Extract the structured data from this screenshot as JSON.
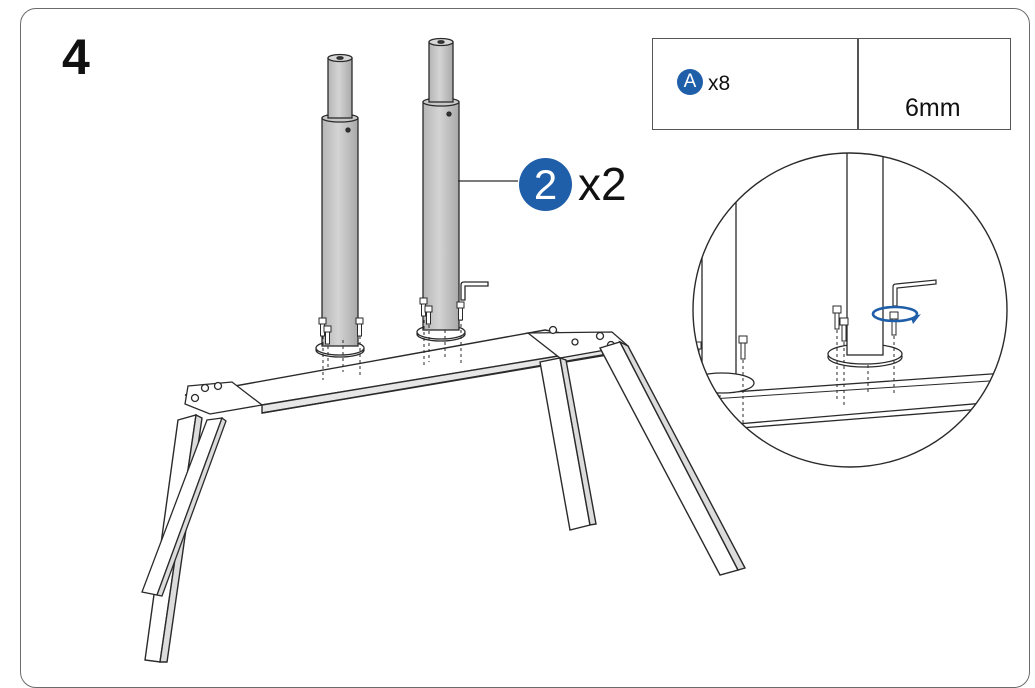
{
  "step": {
    "number": "4"
  },
  "parts_box": {
    "bolt": {
      "letter": "A",
      "quantity": "x8"
    },
    "hex_key": {
      "size": "6mm"
    }
  },
  "callout": {
    "part_number": "2",
    "quantity": "x2"
  },
  "colors": {
    "badge_blue": "#1f5ea8",
    "column_fill": "#c8c8c8",
    "line": "#2a2a2a",
    "frame": "#6b6b6b"
  }
}
